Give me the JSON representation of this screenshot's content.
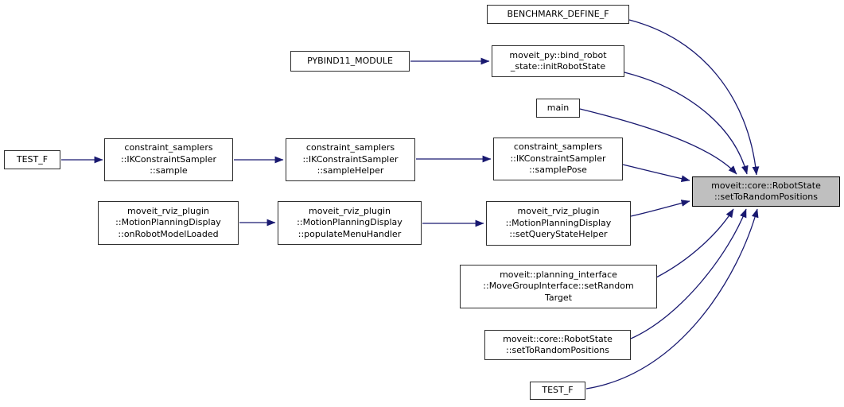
{
  "graph": {
    "kind": "doxygen-call-graph",
    "colors": {
      "background": "#ffffff",
      "edge": "#191970",
      "node_fill": "#ffffff",
      "node_border": "#2e2e2e",
      "target_fill": "#bfbfbf",
      "target_border": "#000000",
      "text": "#000000"
    },
    "nodes": {
      "benchmark": {
        "lines": [
          "BENCHMARK_DEFINE_F"
        ]
      },
      "pybind": {
        "lines": [
          "PYBIND11_MODULE"
        ]
      },
      "init_robot_state": {
        "lines": [
          "moveit_py::bind_robot",
          "_state::initRobotState"
        ]
      },
      "main_fn": {
        "lines": [
          "main"
        ]
      },
      "test_f_left": {
        "lines": [
          "TEST_F"
        ]
      },
      "ik_sample": {
        "lines": [
          "constraint_samplers",
          "::IKConstraintSampler",
          "::sample"
        ]
      },
      "ik_sample_helper": {
        "lines": [
          "constraint_samplers",
          "::IKConstraintSampler",
          "::sampleHelper"
        ]
      },
      "ik_sample_pose": {
        "lines": [
          "constraint_samplers",
          "::IKConstraintSampler",
          "::samplePose"
        ]
      },
      "on_robot_model_loaded": {
        "lines": [
          "moveit_rviz_plugin",
          "::MotionPlanningDisplay",
          "::onRobotModelLoaded"
        ]
      },
      "populate_menu_handler": {
        "lines": [
          "moveit_rviz_plugin",
          "::MotionPlanningDisplay",
          "::populateMenuHandler"
        ]
      },
      "set_query_state_helper": {
        "lines": [
          "moveit_rviz_plugin",
          "::MotionPlanningDisplay",
          "::setQueryStateHelper"
        ]
      },
      "set_random_target": {
        "lines": [
          "moveit::planning_interface",
          "::MoveGroupInterface::setRandom",
          "Target"
        ]
      },
      "set_to_random_positions_overload": {
        "lines": [
          "moveit::core::RobotState",
          "::setToRandomPositions"
        ]
      },
      "test_f_bottom": {
        "lines": [
          "TEST_F"
        ]
      },
      "target": {
        "lines": [
          "moveit::core::RobotState",
          "::setToRandomPositions"
        ]
      }
    },
    "edges": [
      {
        "from": "TEST_F",
        "to": "constraint_samplers::IKConstraintSampler::sample"
      },
      {
        "from": "constraint_samplers::IKConstraintSampler::sample",
        "to": "constraint_samplers::IKConstraintSampler::sampleHelper"
      },
      {
        "from": "constraint_samplers::IKConstraintSampler::sampleHelper",
        "to": "constraint_samplers::IKConstraintSampler::samplePose"
      },
      {
        "from": "constraint_samplers::IKConstraintSampler::samplePose",
        "to": "moveit::core::RobotState::setToRandomPositions"
      },
      {
        "from": "PYBIND11_MODULE",
        "to": "moveit_py::bind_robot_state::initRobotState"
      },
      {
        "from": "moveit_py::bind_robot_state::initRobotState",
        "to": "moveit::core::RobotState::setToRandomPositions"
      },
      {
        "from": "BENCHMARK_DEFINE_F",
        "to": "moveit::core::RobotState::setToRandomPositions"
      },
      {
        "from": "main",
        "to": "moveit::core::RobotState::setToRandomPositions"
      },
      {
        "from": "moveit_rviz_plugin::MotionPlanningDisplay::onRobotModelLoaded",
        "to": "moveit_rviz_plugin::MotionPlanningDisplay::populateMenuHandler"
      },
      {
        "from": "moveit_rviz_plugin::MotionPlanningDisplay::populateMenuHandler",
        "to": "moveit_rviz_plugin::MotionPlanningDisplay::setQueryStateHelper"
      },
      {
        "from": "moveit_rviz_plugin::MotionPlanningDisplay::setQueryStateHelper",
        "to": "moveit::core::RobotState::setToRandomPositions"
      },
      {
        "from": "moveit::planning_interface::MoveGroupInterface::setRandomTarget",
        "to": "moveit::core::RobotState::setToRandomPositions"
      },
      {
        "from": "moveit::core::RobotState::setToRandomPositions(overload)",
        "to": "moveit::core::RobotState::setToRandomPositions"
      },
      {
        "from": "TEST_F(bottom)",
        "to": "moveit::core::RobotState::setToRandomPositions"
      }
    ]
  }
}
